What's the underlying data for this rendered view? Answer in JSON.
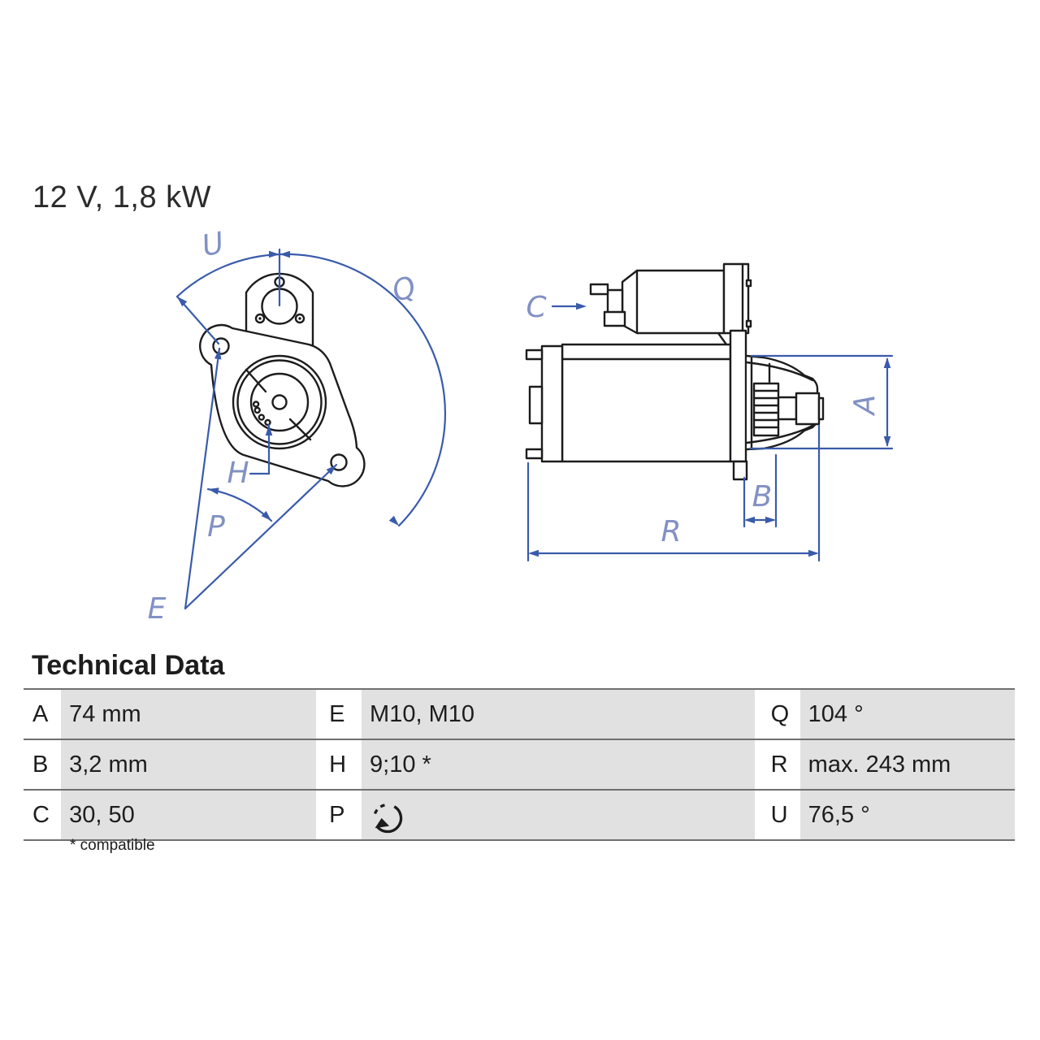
{
  "header": {
    "spec_label": "12 V, 1,8 kW"
  },
  "drawing": {
    "line_color": "#3a5bab",
    "label_color": "#8291c4",
    "ink_color": "#1c1c1c",
    "labels": {
      "U": "U",
      "Q": "Q",
      "C": "C",
      "A": "A",
      "B": "B",
      "R": "R",
      "H": "H",
      "P": "P",
      "E": "E"
    }
  },
  "technical_data": {
    "title": "Technical Data",
    "rows": [
      [
        {
          "key": "A",
          "value": "74 mm"
        },
        {
          "key": "E",
          "value": "M10, M10"
        },
        {
          "key": "Q",
          "value": "104 °"
        }
      ],
      [
        {
          "key": "B",
          "value": "3,2 mm"
        },
        {
          "key": "H",
          "value": "9;10 *"
        },
        {
          "key": "R",
          "value": "max. 243 mm"
        }
      ],
      [
        {
          "key": "C",
          "value": "30, 50"
        },
        {
          "key": "P",
          "value": "",
          "icon": "rotation-direction-icon"
        },
        {
          "key": "U",
          "value": "76,5 °"
        }
      ]
    ],
    "footnote": "* compatible"
  }
}
